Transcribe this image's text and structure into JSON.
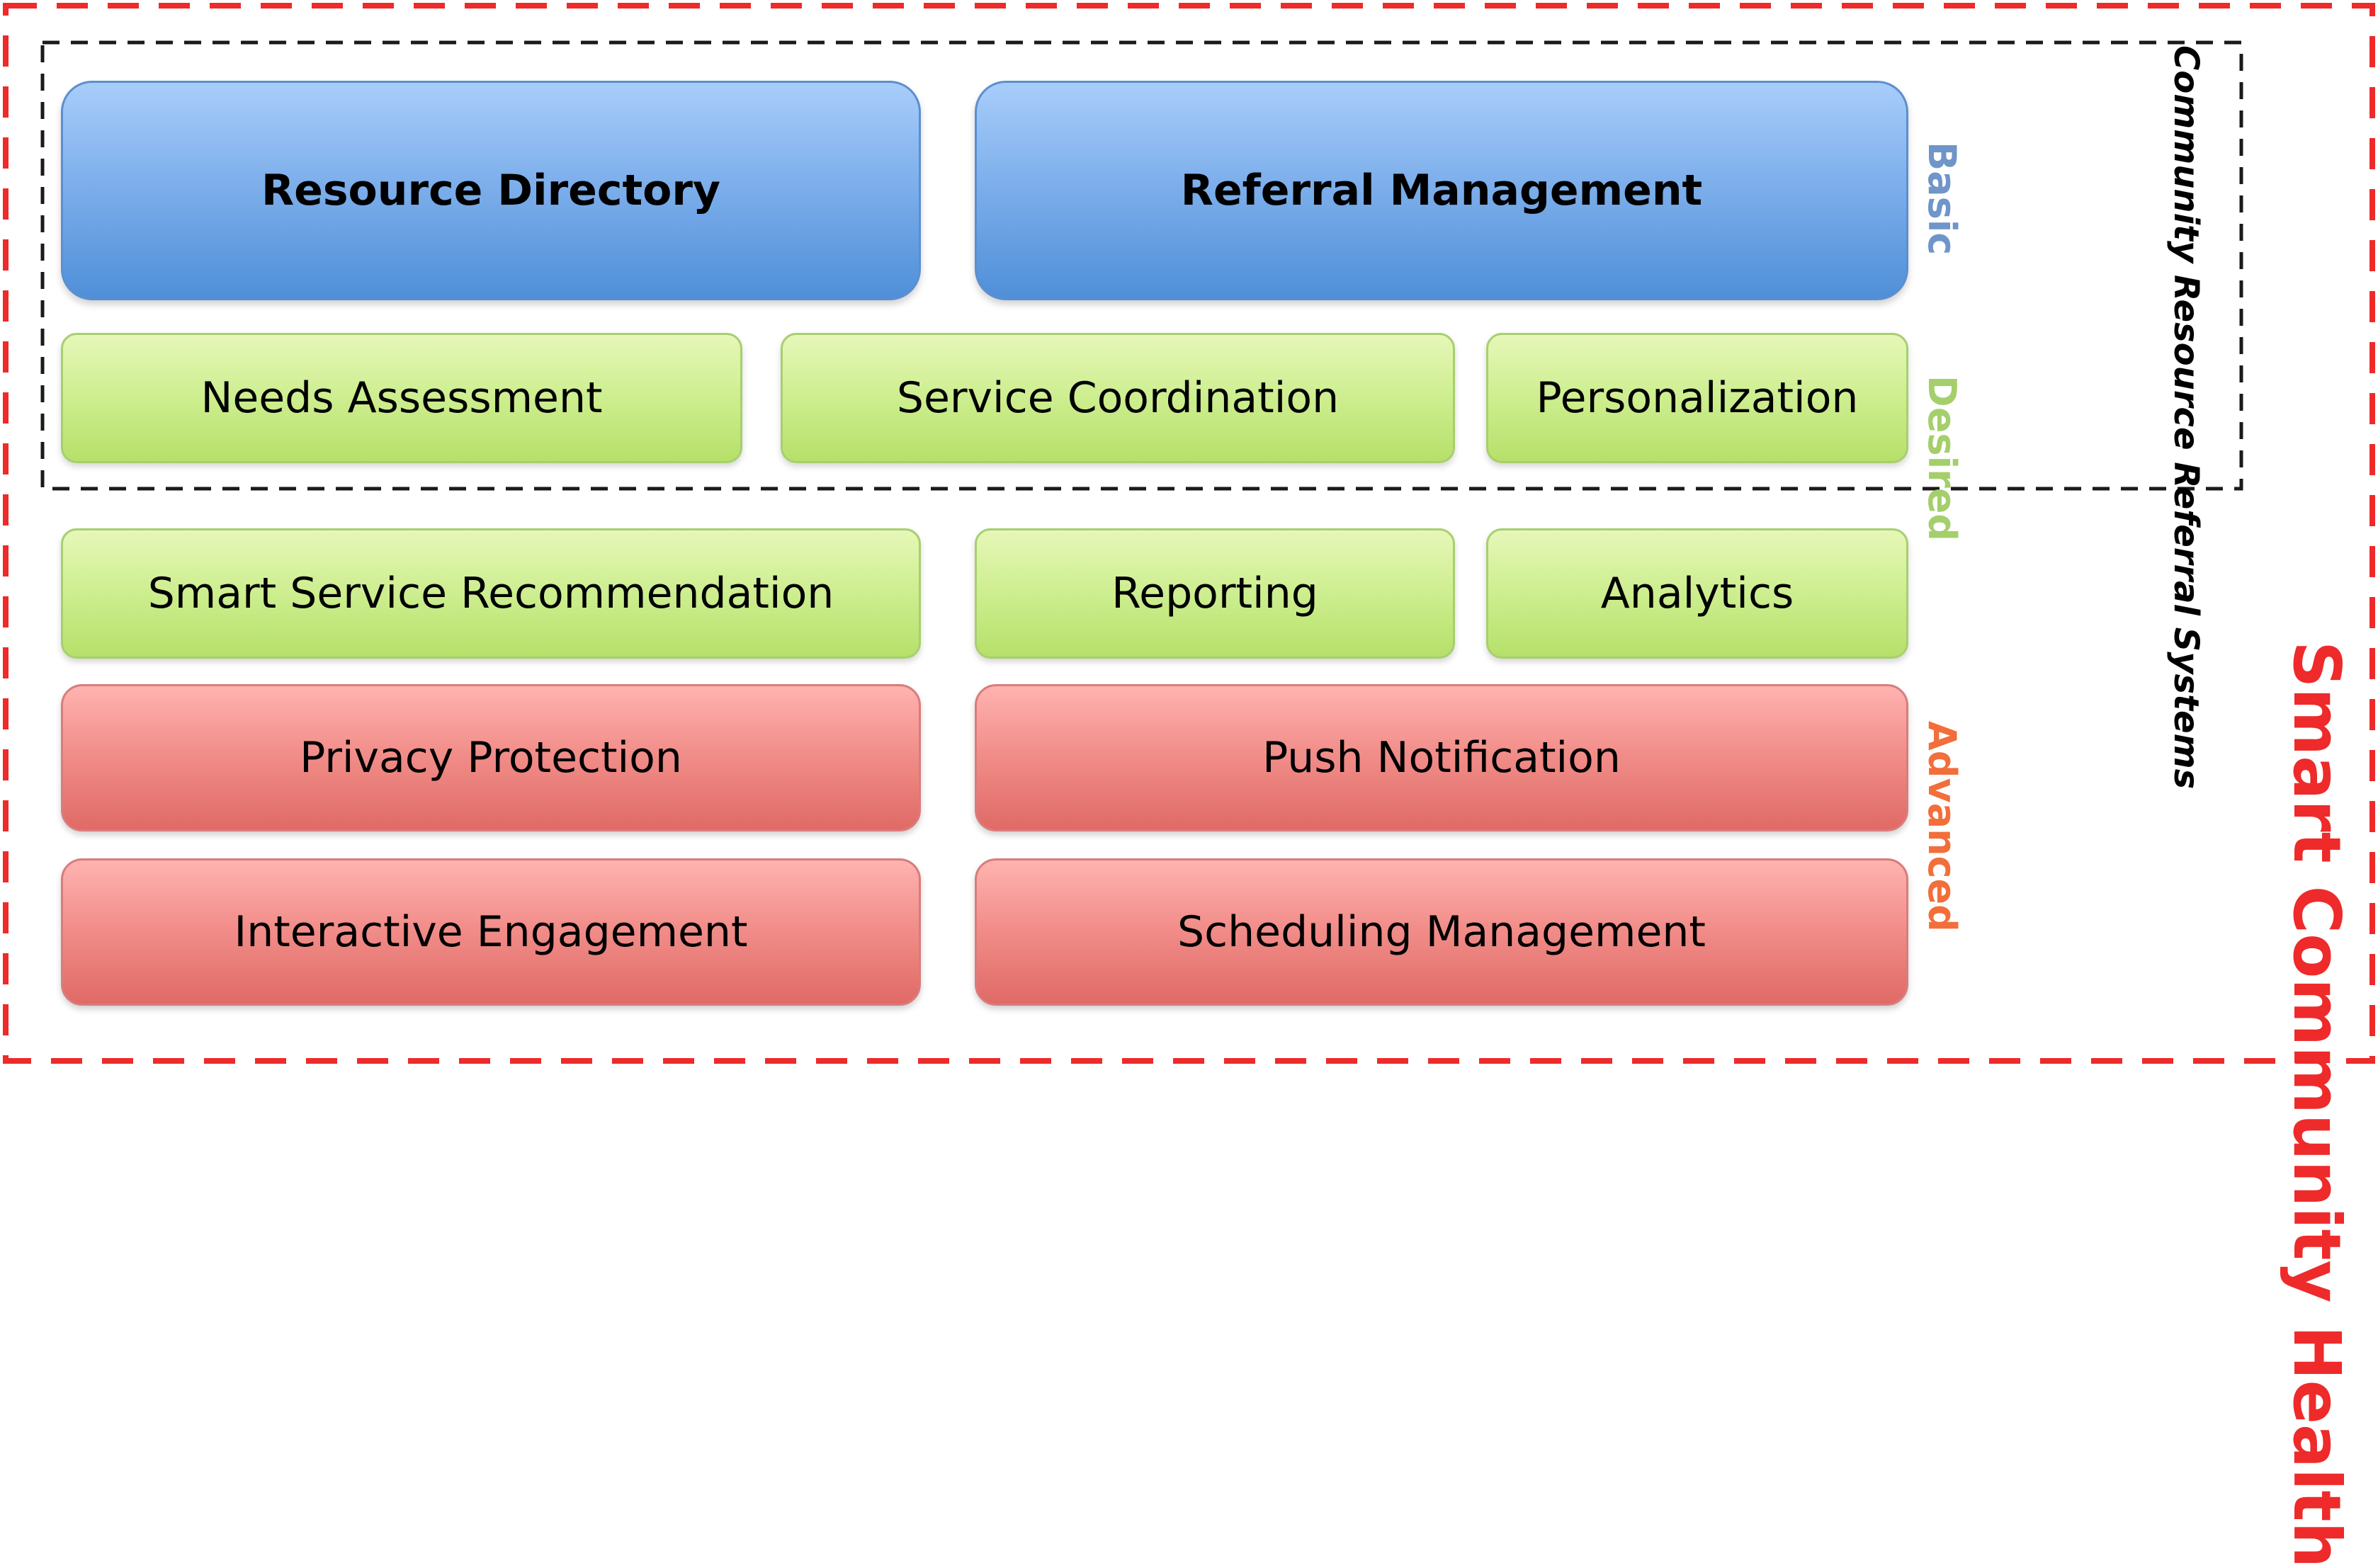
{
  "outer_frame": {
    "label": "Smart Community Health",
    "color": "#ee2a2a"
  },
  "inner_frame": {
    "label": "Community Resource Referral Systems",
    "color": "#000000"
  },
  "tiers": {
    "basic": {
      "label": "Basic",
      "color": "#6f95c9"
    },
    "desired": {
      "label": "Desired",
      "color": "#a4cf6a"
    },
    "advanced": {
      "label": "Advanced",
      "color": "#f26e3a"
    }
  },
  "features": {
    "resource_directory": "Resource Directory",
    "referral_management": "Referral Management",
    "needs_assessment": "Needs Assessment",
    "service_coordination": "Service Coordination",
    "personalization": "Personalization",
    "smart_service_recommendation": "Smart Service Recommendation",
    "reporting": "Reporting",
    "analytics": "Analytics",
    "privacy_protection": "Privacy Protection",
    "push_notification": "Push Notification",
    "interactive_engagement": "Interactive Engagement",
    "scheduling_management": "Scheduling Management"
  }
}
